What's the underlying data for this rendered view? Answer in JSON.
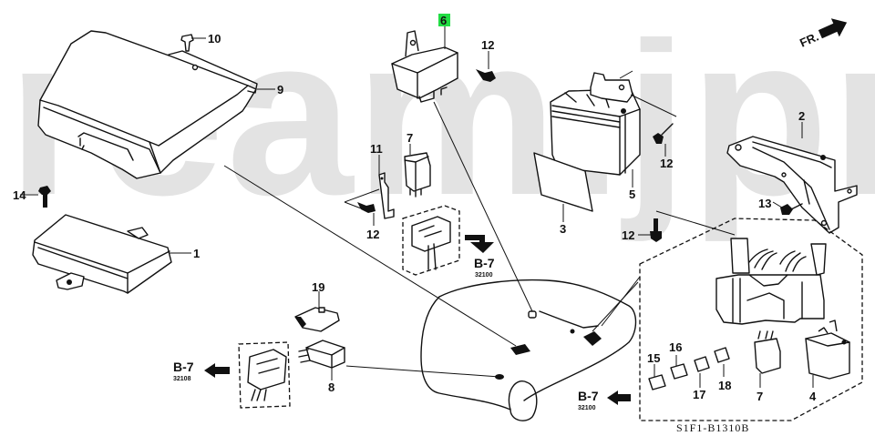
{
  "watermark": "ream.jpn",
  "diagram_code": "S1F1-B1310B",
  "front_indicator": "FR.",
  "highlight_color": "#22dd44",
  "highlighted_part": "6",
  "callouts": {
    "p1": "1",
    "p2": "2",
    "p3": "3",
    "p4": "4",
    "p5": "5",
    "p6": "6",
    "p7a": "7",
    "p7b": "7",
    "p8": "8",
    "p9": "9",
    "p10": "10",
    "p11": "11",
    "p12a": "12",
    "p12b": "12",
    "p12c": "12",
    "p12d": "12",
    "p13": "13",
    "p14": "14",
    "p15": "15",
    "p16": "16",
    "p17": "17",
    "p18": "18",
    "p19": "19"
  },
  "references": [
    {
      "label": "B-7",
      "sub": "32100"
    },
    {
      "label": "B-7",
      "sub": "32108"
    },
    {
      "label": "B-7",
      "sub": "32100"
    }
  ]
}
